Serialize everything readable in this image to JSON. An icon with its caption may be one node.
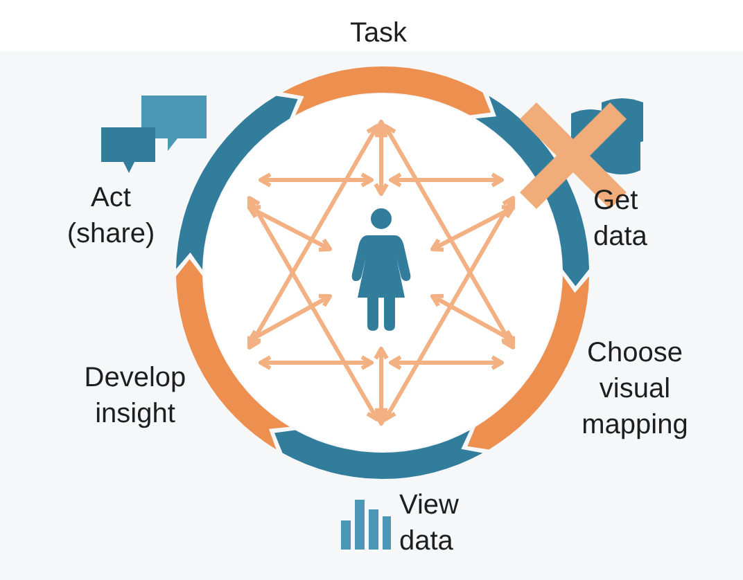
{
  "diagram": {
    "nodes": [
      {
        "text": [
          "Task"
        ]
      },
      {
        "text": [
          "Get data"
        ]
      },
      {
        "text": [
          "Choose visual mapping"
        ]
      },
      {
        "text": [
          "View data"
        ]
      },
      {
        "text": [
          "Develop insight"
        ]
      },
      {
        "text": [
          "Act (share)"
        ]
      }
    ]
  }
}
